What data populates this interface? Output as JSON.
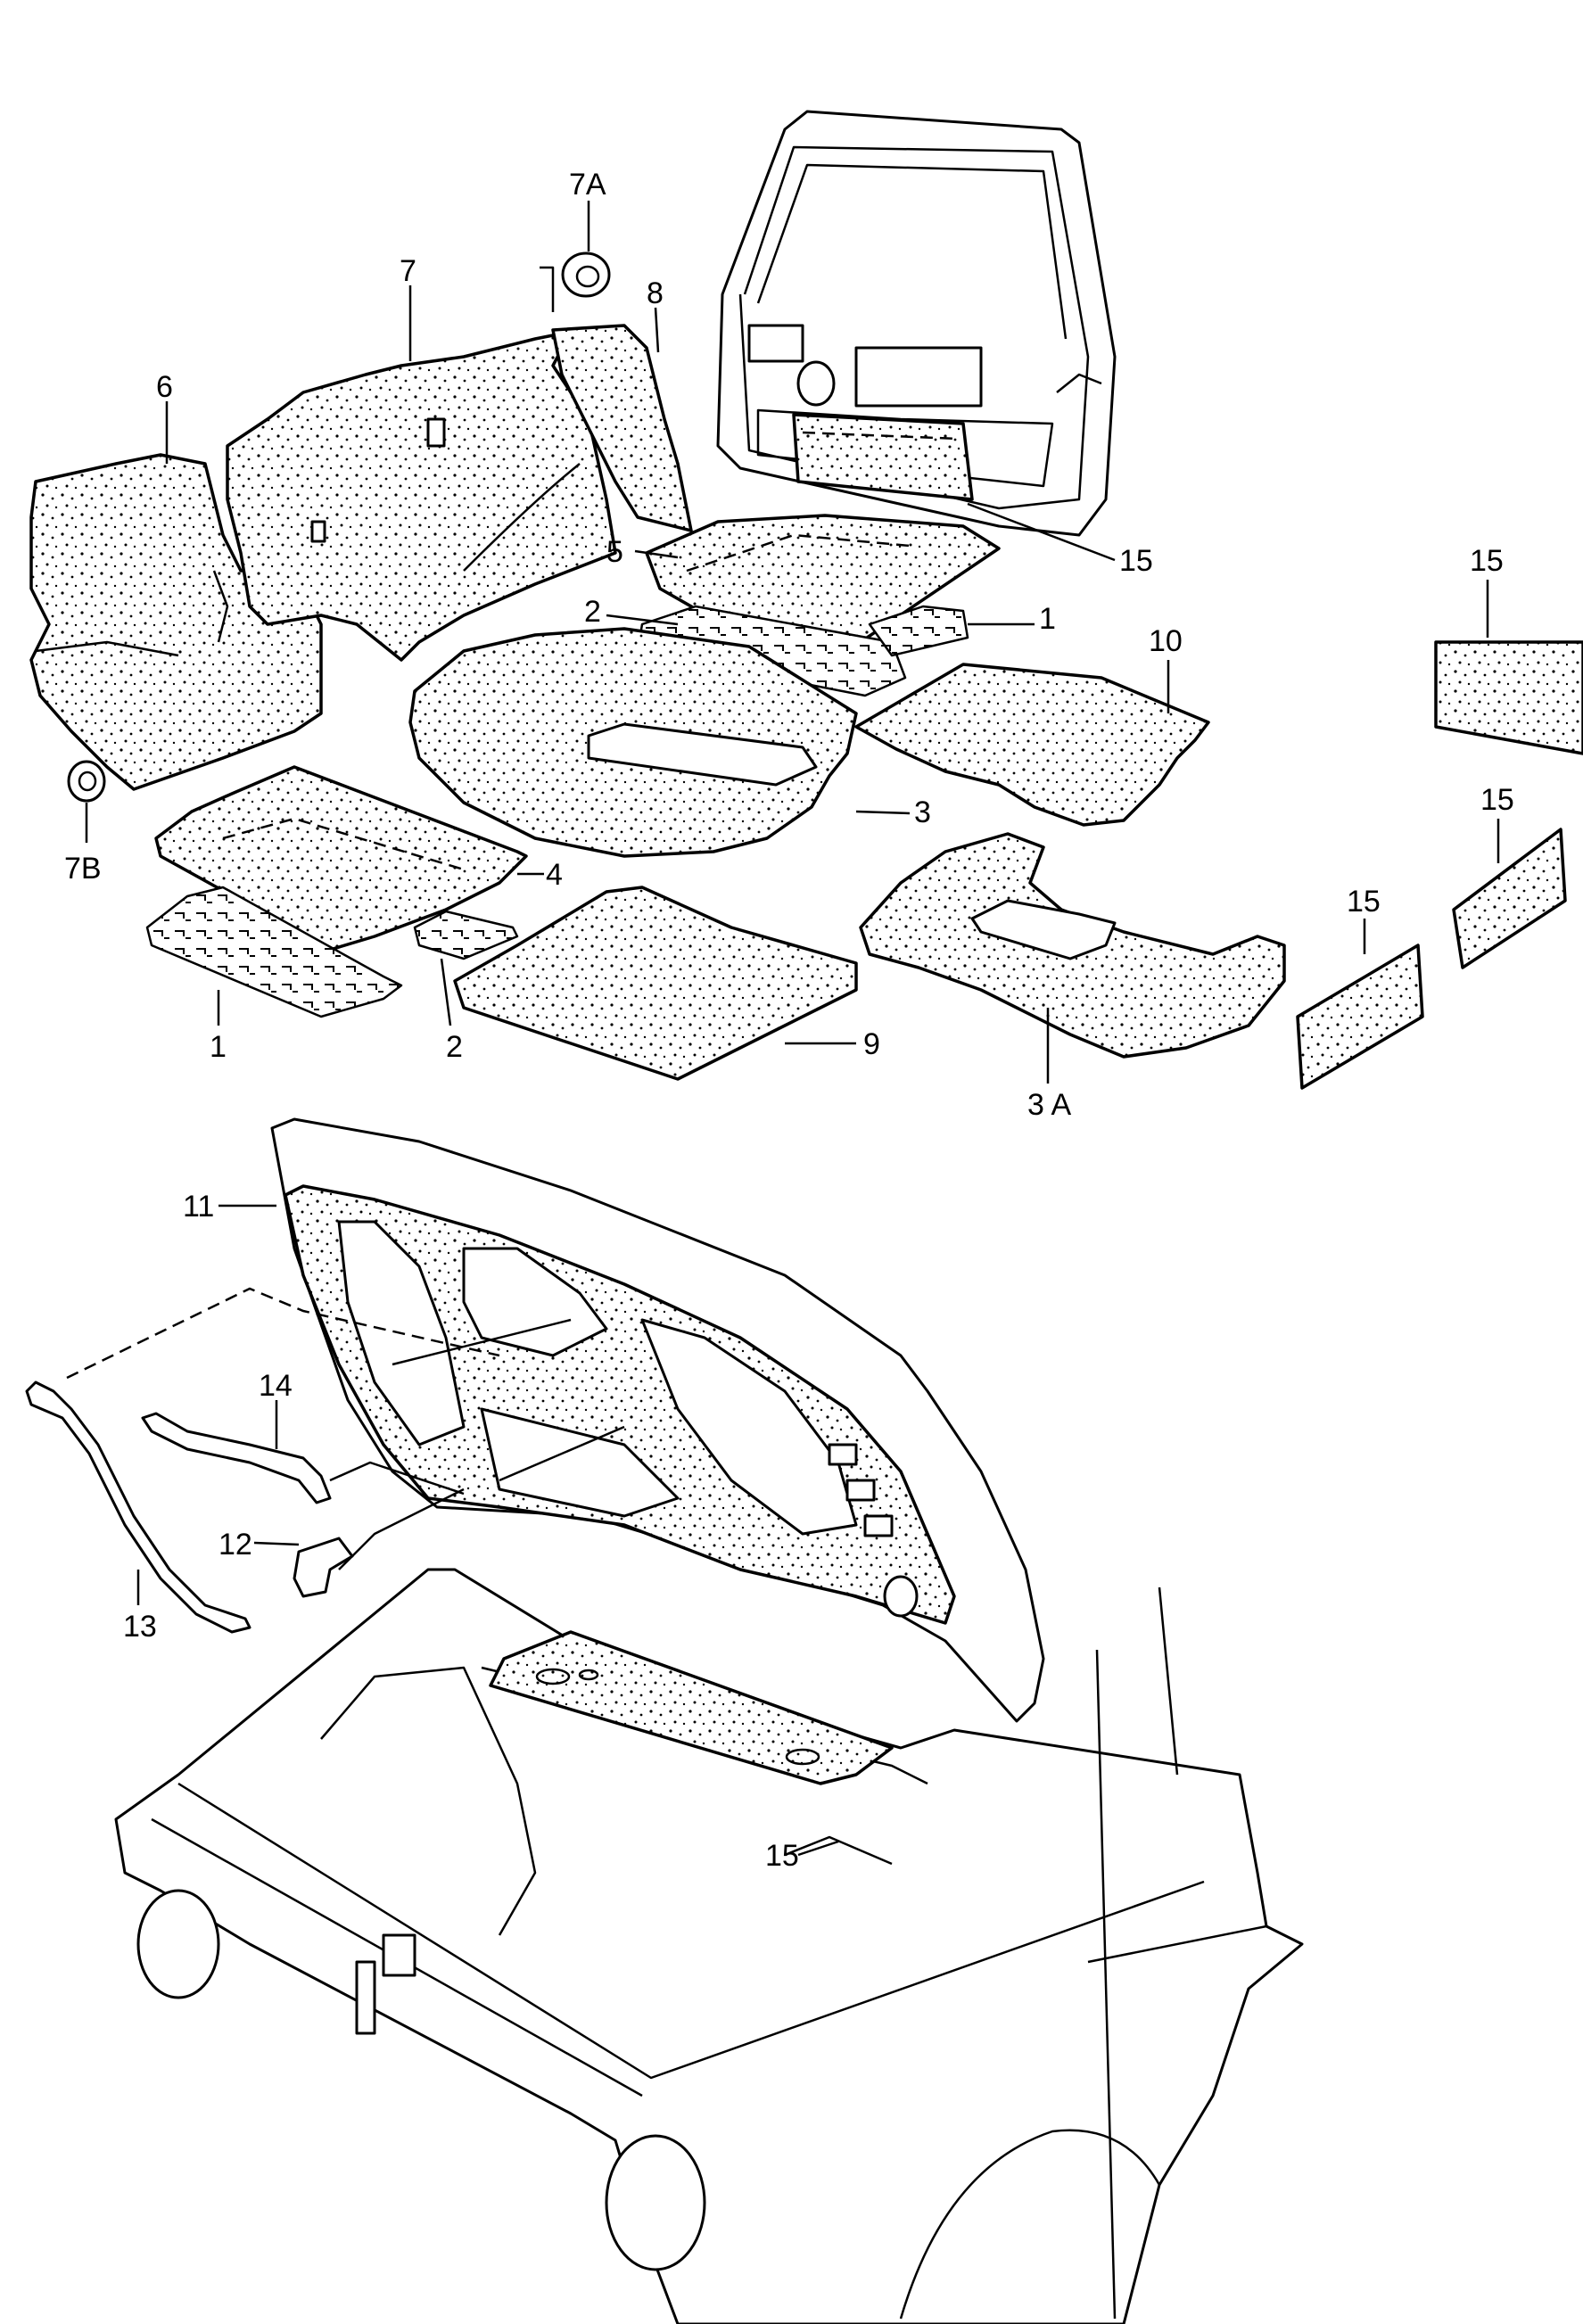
{
  "labels": {
    "l1a": "1",
    "l1b": "1",
    "l2a": "2",
    "l2b": "2",
    "l3": "3",
    "l3a": "3 A",
    "l4": "4",
    "l5": "5",
    "l6": "6",
    "l7": "7",
    "l7a": "7A",
    "l7b": "7B",
    "l8": "8",
    "l9": "9",
    "l10": "10",
    "l11": "11",
    "l12": "12",
    "l13": "13",
    "l14": "14",
    "l15a": "15",
    "l15b": "15",
    "l15c": "15",
    "l15d": "15",
    "l15e": "15"
  }
}
